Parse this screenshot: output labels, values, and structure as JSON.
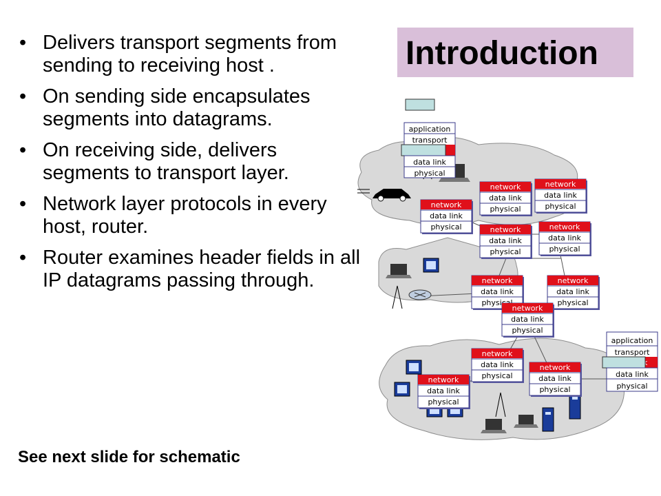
{
  "title": "Introduction",
  "bullets": [
    "Delivers transport segments from sending to receiving host .",
    "On sending side encapsulates segments into datagrams.",
    "On receiving side, delivers segments to transport layer.",
    "Network layer protocols in every host, router.",
    "Router examines header fields in all IP datagrams passing through."
  ],
  "footnote": "See next slide for schematic",
  "diagram": {
    "host_stack": [
      "application",
      "transport",
      "network",
      "data link",
      "physical"
    ],
    "router_stack": [
      "network",
      "data link",
      "physical"
    ]
  },
  "colors": {
    "title_bg": "#d9bfd9",
    "network_layer": "#e0101a",
    "stack_border": "#3a3a8a",
    "cloud": "#d9d9d9"
  }
}
